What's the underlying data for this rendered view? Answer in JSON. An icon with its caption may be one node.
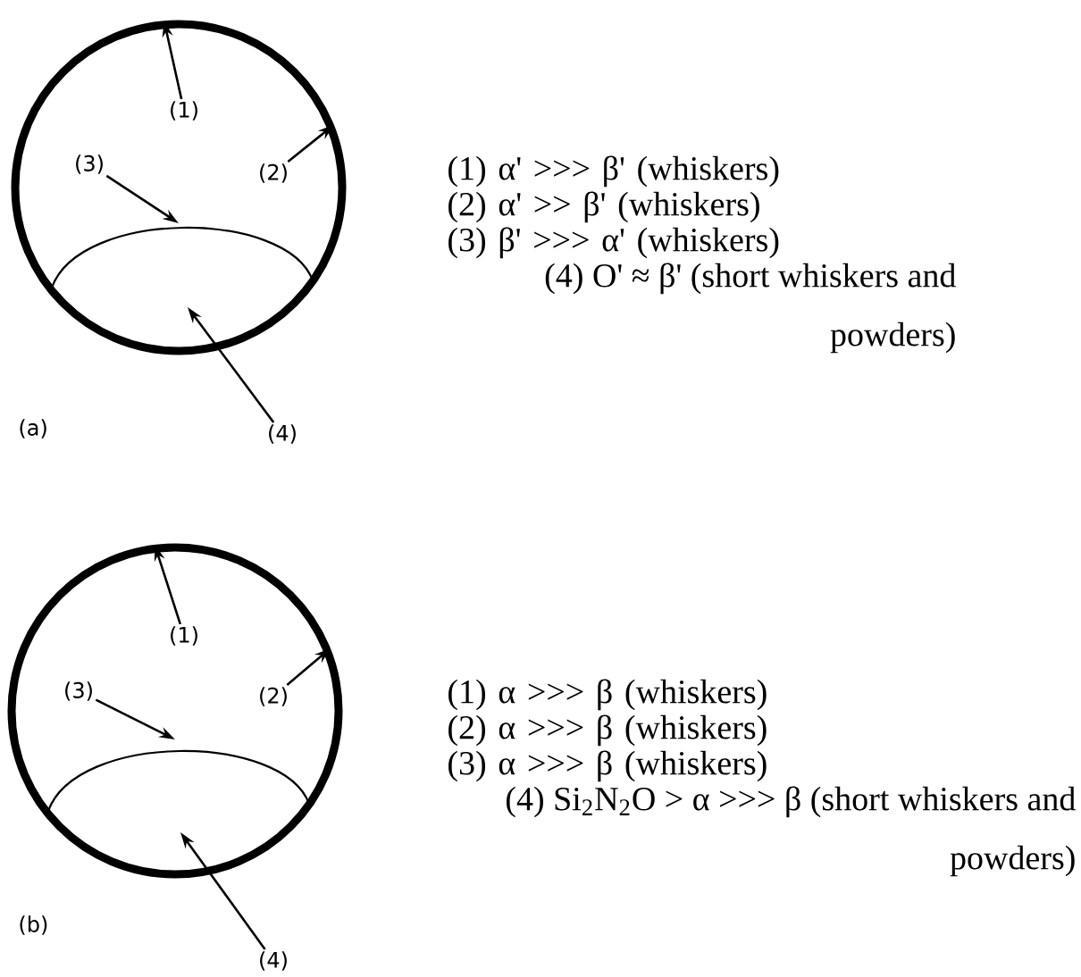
{
  "diagram": {
    "nodes": [
      {
        "text": [],
        "shape": "circle"
      },
      {
        "text": [
          "(1)"
        ],
        "in": 0
      },
      {
        "text": [
          "(2)"
        ],
        "in": 0
      },
      {
        "text": [
          "(3)"
        ],
        "in": 0
      },
      {
        "text": [
          "(4)"
        ]
      },
      {
        "text": [],
        "shape": "circle"
      },
      {
        "text": [
          "(1)"
        ],
        "in": 5
      },
      {
        "text": [
          "(2)"
        ],
        "in": 5
      },
      {
        "text": [
          "(3)"
        ],
        "in": 5
      },
      {
        "text": [
          "(4)"
        ]
      }
    ],
    "edges": [
      {
        "from": 1,
        "to": 0,
        "arrow": "to"
      },
      {
        "from": 2,
        "to": 0,
        "arrow": "to"
      },
      {
        "from": 3,
        "to": 0,
        "arrow": "to"
      },
      {
        "from": 4,
        "to": 0,
        "arrow": "to"
      },
      {
        "from": 6,
        "to": 5,
        "arrow": "to"
      },
      {
        "from": 7,
        "to": 5,
        "arrow": "to"
      },
      {
        "from": 8,
        "to": 5,
        "arrow": "to"
      },
      {
        "from": 9,
        "to": 5,
        "arrow": "to"
      }
    ],
    "labels": [
      "(1) α' >>> β' (whiskers)",
      "(2) α' >> β' (whiskers)",
      "(3) β' >>> α' (whiskers)",
      "(4) O' ≈ β' (short whiskers and powders)",
      "(a)",
      "(1) α >>> β (whiskers)",
      "(2) α >>> β (whiskers)",
      "(3) α >>> β (whiskers)",
      "(4) Si$_{2}$N$_{2}$O > α >>> β (short whiskers and powders)",
      "(b)"
    ]
  }
}
